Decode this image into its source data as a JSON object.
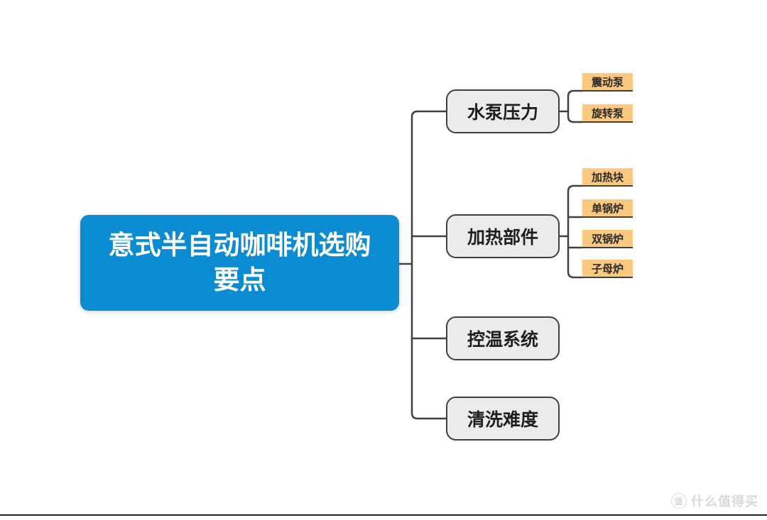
{
  "mindmap": {
    "root": {
      "label": "意式半自动咖啡机选购要点",
      "lines": [
        "意式半自动咖啡机选购",
        "要点"
      ]
    },
    "branches": [
      {
        "label": "水泵压力",
        "children": [
          "震动泵",
          "旋转泵"
        ]
      },
      {
        "label": "加热部件",
        "children": [
          "加热块",
          "单锅炉",
          "双锅炉",
          "子母炉"
        ]
      },
      {
        "label": "控温系统",
        "children": []
      },
      {
        "label": "清洗难度",
        "children": []
      }
    ]
  },
  "watermark": {
    "badge": "值",
    "text": "什么值得买"
  },
  "colors": {
    "root_fill": "#0A8BD2",
    "branch_fill": "#EBEBEB",
    "branch_border": "#404040",
    "leaf_fill": "#FAC87E",
    "connector": "#404040",
    "watermark": "#D9D9D9"
  }
}
